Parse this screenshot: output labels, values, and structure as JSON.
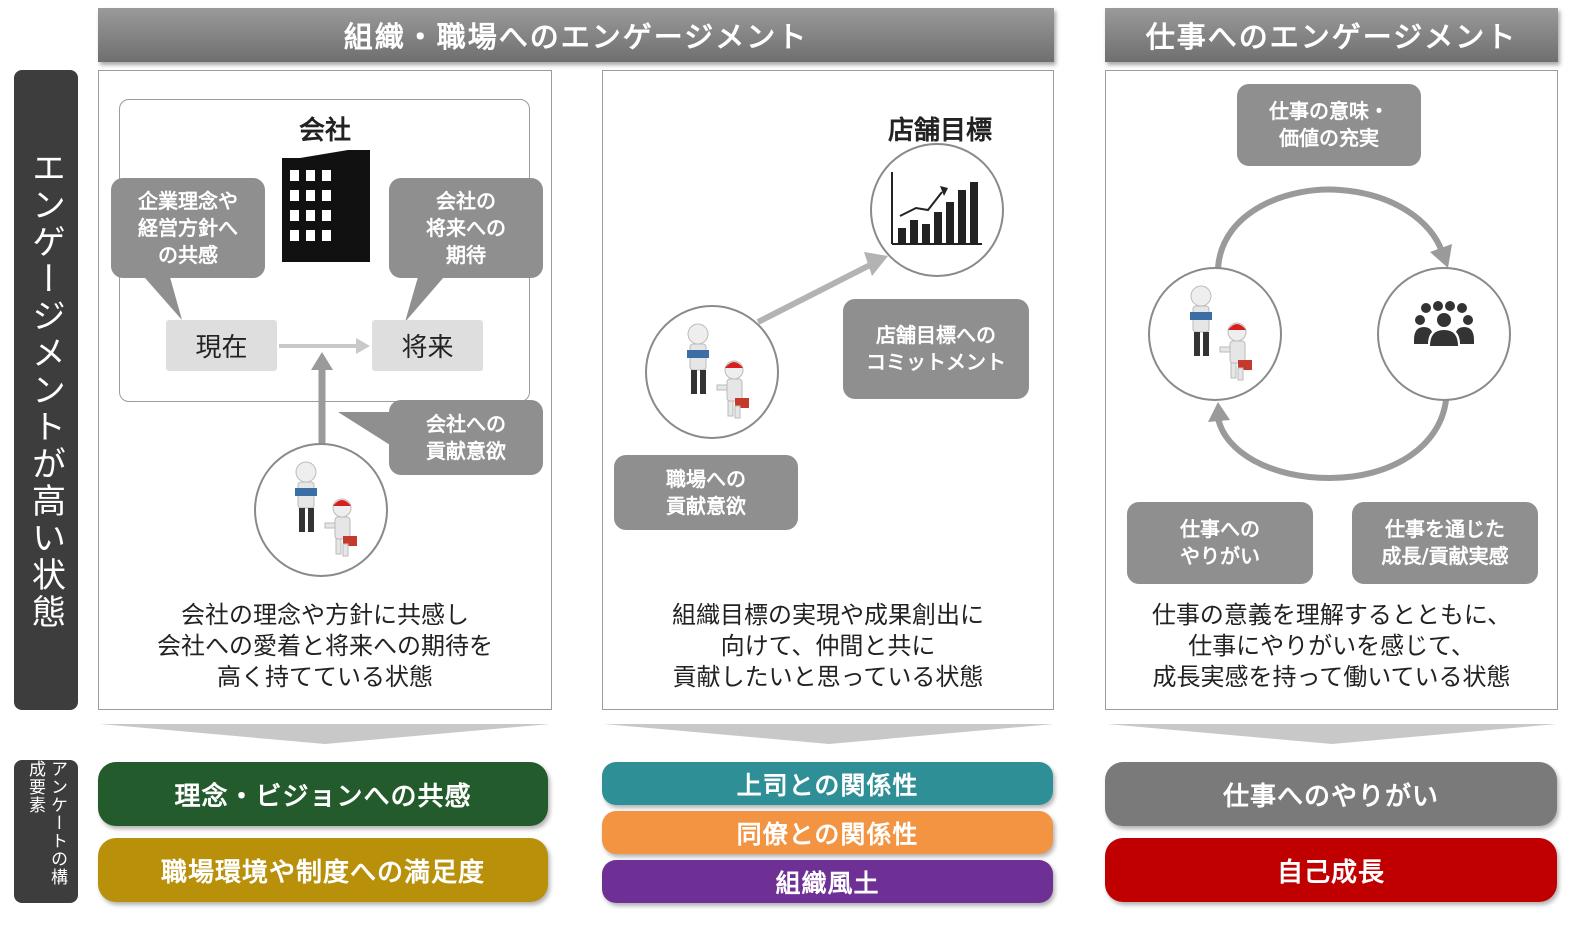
{
  "headers": {
    "org": "組織・職場へのエンゲージメント",
    "work": "仕事へのエンゲージメント"
  },
  "side": {
    "main": "エンゲージメントが高い状態",
    "survey": "アンケートの構成要素"
  },
  "panel1": {
    "company_label": "会社",
    "callout_philosophy": "企業理念や\n経営方針へ\nの共感",
    "callout_future": "会社の\n将来への\n期待",
    "box_now": "現在",
    "box_future": "将来",
    "callout_contribution": "会社への\n貢献意欲",
    "description": "会社の理念や方針に共感し\n会社への愛着と将来への期待を\n高く持てている状態"
  },
  "panel2": {
    "store_label": "店舗目標",
    "callout_commit": "店舗目標への\nコミットメント",
    "callout_contribution": "職場への\n貢献意欲",
    "description": "組織目標の実現や成果創出に\n向けて、仲間と共に\n貢献したいと思っている状態"
  },
  "panel3": {
    "callout_meaning": "仕事の意味・\n価値の充実",
    "callout_rewarding": "仕事への\nやりがい",
    "callout_growth": "仕事を通じた\n成長/貢献実感",
    "description": "仕事の意義を理解するとともに、\n仕事にやりがいを感じて、\n成長実感を持って働いている状態"
  },
  "elements": {
    "col1": [
      "理念・ビジョンへの共感",
      "職場環境や制度への満足度"
    ],
    "col2": [
      "上司との関係性",
      "同僚との関係性",
      "組織風土"
    ],
    "col3": [
      "仕事へのやりがい",
      "自己成長"
    ]
  },
  "colors": {
    "vision": "#235b2c",
    "satisfaction": "#b8900a",
    "boss": "#2f8f96",
    "peers": "#f39442",
    "culture": "#6e3095",
    "rewarding": "#7a7a7a",
    "growth": "#c00000"
  },
  "icons": [
    "building-icon",
    "chart-icon",
    "people-icon",
    "person-figures-icon"
  ]
}
